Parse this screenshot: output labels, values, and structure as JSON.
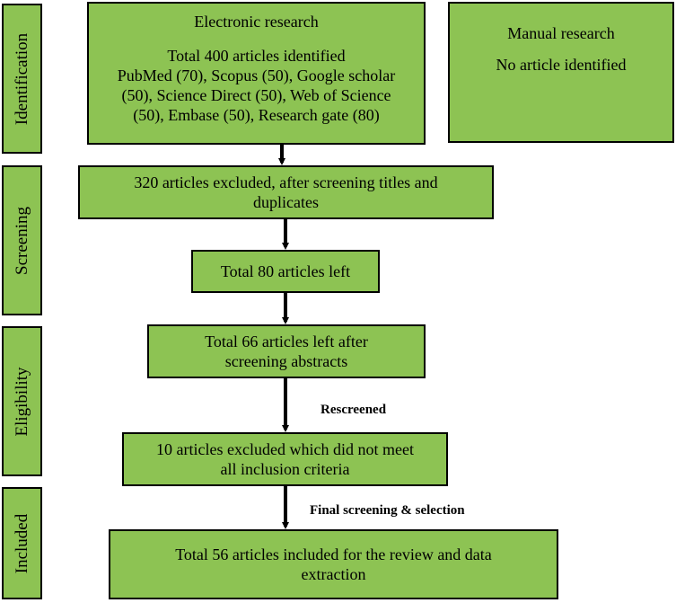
{
  "stages": [
    "Identification",
    "Screening",
    "Eligibility",
    "Included"
  ],
  "electronic": {
    "title": "Electronic research",
    "lines": [
      "Total 400 articles identified",
      "PubMed (70), Scopus (50), Google scholar",
      "(50), Science Direct (50), Web of Science",
      "(50), Embase (50), Research gate (80)"
    ]
  },
  "manual": {
    "title": "Manual research",
    "body": "No article identified"
  },
  "excluded_titles": [
    "320 articles excluded, after screening titles and",
    "duplicates"
  ],
  "left80": "Total 80 articles left",
  "left66": [
    "Total 66 articles left after",
    "screening abstracts"
  ],
  "excluded10": [
    "10 articles excluded which did not meet",
    "all inclusion criteria"
  ],
  "included": [
    "Total 56 articles included for the review and data",
    "extraction"
  ],
  "notes": {
    "rescreened": "Rescreened",
    "final": "Final screening & selection"
  }
}
